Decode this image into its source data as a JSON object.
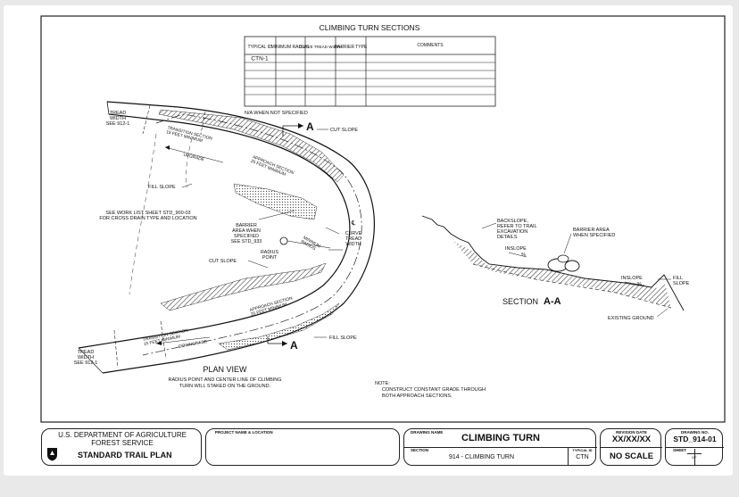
{
  "table": {
    "title": "CLIMBING TURN SECTIONS",
    "headers": [
      "TYPICAL ID",
      "MINIMUM RADIUS",
      "CURVE TREAD WIDTH",
      "BARRIER TYPE",
      "COMMENTS"
    ],
    "rows": [
      [
        "CTN-1",
        "",
        "",
        "",
        ""
      ]
    ],
    "footnote": "N/A WHEN NOT SPECIFIED"
  },
  "plan": {
    "tread_width_top": [
      "TREAD",
      "WIDTH",
      "SEE 912-1"
    ],
    "tread_width_bottom": [
      "TREAD",
      "WIDTH",
      "SEE 912-1"
    ],
    "transition_upper": [
      "TRANSITION SECTION",
      "15 FEET MINIMUM"
    ],
    "upgrade": "UPGRADE",
    "approach_upper": [
      "APPROACH SECTION",
      "25 FEET MINIMUM"
    ],
    "cut_slope_upper": "CUT SLOPE",
    "section_marker_top": "A",
    "section_marker_bottom": "A",
    "fill_slope_left": "FILL SLOPE",
    "work_list": [
      "SEE WORK LIST SHEET STD_900-03",
      "FOR CROSS DRAIN TYPE AND LOCATION"
    ],
    "barrier_area": [
      "BARRIER",
      "AREA WHEN",
      "SPECIFIED",
      "SEE STD_933"
    ],
    "radius_point": [
      "RADIUS",
      "POINT"
    ],
    "minimum_radius": [
      "MINIMUM",
      "RADIUS"
    ],
    "curve_tread": [
      "CURVE",
      "TREAD",
      "WIDTH"
    ],
    "centerline_symbol": "℄",
    "cut_slope_lower": "CUT SLOPE",
    "approach_lower": [
      "APPROACH SECTION",
      "25 FEET MINIMUM"
    ],
    "transition_lower": [
      "TRANSITION SECTION",
      "15 FEET MINIMUM"
    ],
    "downgrade": "DOWNGRADE",
    "fill_slope_lower": "FILL SLOPE",
    "title": "PLAN VIEW",
    "caption": [
      "RADIUS POINT AND CENTER LINE OF CLIMBING",
      "TURN WILL STAKED ON THE GROUND."
    ]
  },
  "section": {
    "backslope": [
      "BACKSLOPE,",
      "REFER TO TRAIL",
      "EXCAVATION",
      "DETAILS"
    ],
    "inslope_left": "INSLOPE",
    "inslope_left_unit": "%",
    "barrier_area": [
      "BARRIER AREA",
      "WHEN SPECIFIED"
    ],
    "inslope_right": "INSLOPE",
    "inslope_right_unit": "%",
    "fill_slope": [
      "FILL",
      "SLOPE"
    ],
    "title_prefix": "SECTION",
    "title_id": "A-A",
    "existing_ground": "EXISTING GROUND"
  },
  "note": {
    "label": "NOTE:",
    "lines": [
      "CONSTRUCT CONSTANT GRADE THROUGH",
      "BOTH APPROACH SECTIONS."
    ]
  },
  "title_block": {
    "agency_line1": "U.S. DEPARTMENT OF AGRICULTURE",
    "agency_line2": "FOREST SERVICE",
    "plan_name": "STANDARD TRAIL PLAN",
    "project_label": "PROJECT NAME & LOCATION",
    "drawing_name_label": "DRAWING NAME",
    "drawing_name": "CLIMBING TURN",
    "section_label": "SECTION",
    "section_value": "914 - CLIMBING TURN",
    "typical_id_label": "TYPICAL ID",
    "typical_id_value": "CTN",
    "revision_label": "REVISION DATE",
    "revision_value": "XX/XX/XX",
    "scale": "NO SCALE",
    "drawing_no_label": "DRAWING NO.",
    "drawing_no_value": "STD_914-01",
    "sheet_label": "SHEET",
    "sheet_of": "OF"
  }
}
